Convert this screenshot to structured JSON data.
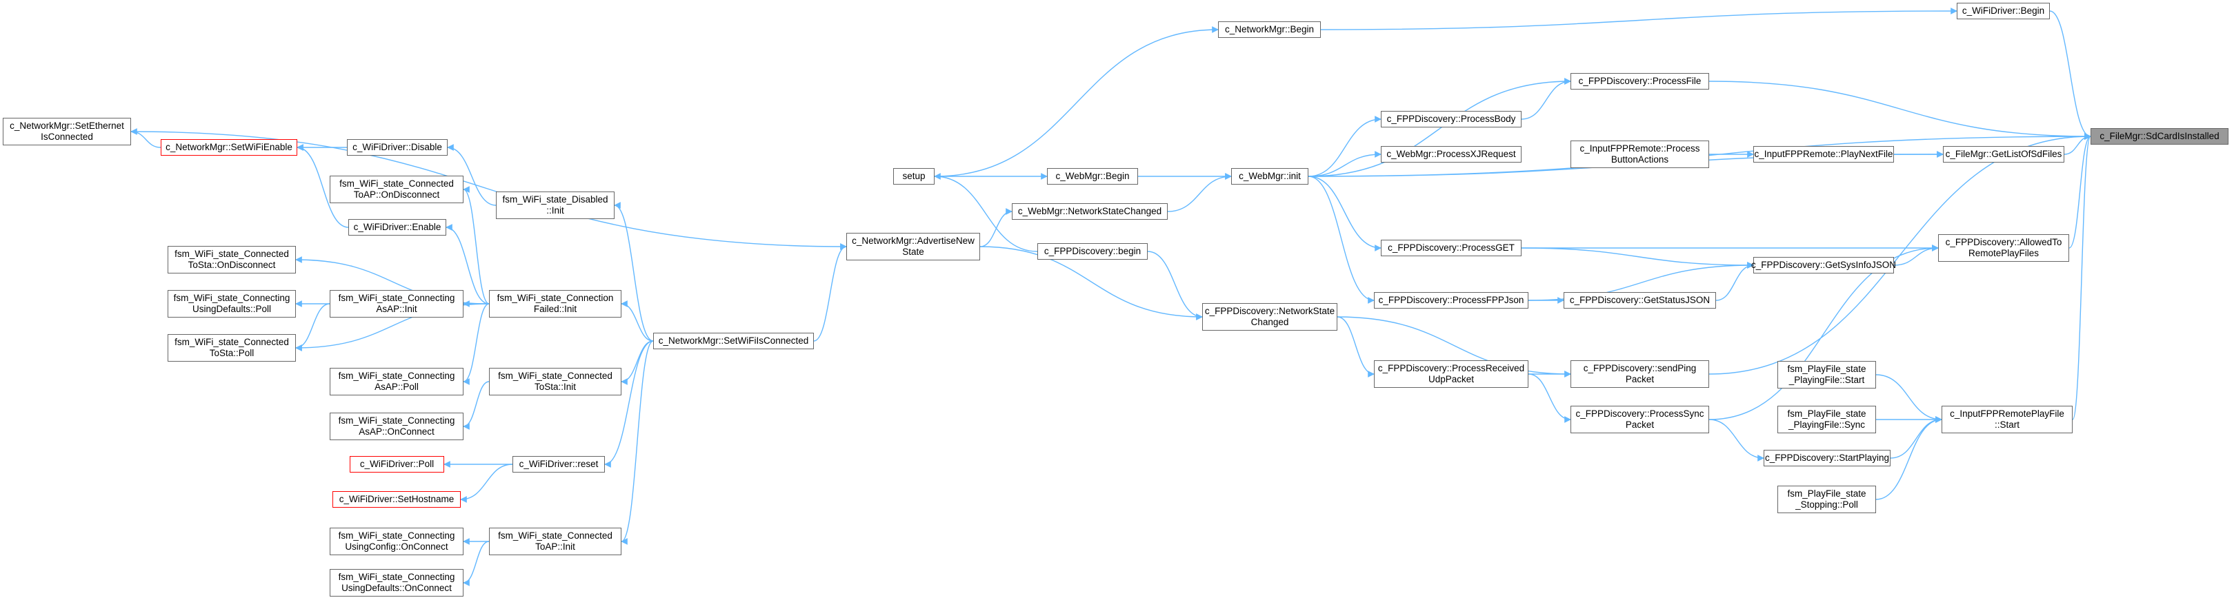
{
  "diagram": {
    "edge_color": "#63b8ff",
    "nodes": {
      "sdcard": {
        "label": "c_FileMgr::SdCardIsInstalled",
        "root": true
      },
      "wifibegin": {
        "label": "c_WiFiDriver::Begin"
      },
      "nmbegin": {
        "label": "c_NetworkMgr::Begin"
      },
      "procfile": {
        "label": "c_FPPDiscovery::ProcessFile"
      },
      "procbody": {
        "label": "c_FPPDiscovery::ProcessBody"
      },
      "procxj": {
        "label": "c_WebMgr::ProcessXJRequest"
      },
      "ifprba": {
        "label": "c_InputFPPRemote::Process\nButtonActions"
      },
      "playnext": {
        "label": "c_InputFPPRemote::PlayNextFile"
      },
      "getlist": {
        "label": "c_FileMgr::GetListOfSdFiles"
      },
      "webinit": {
        "label": "c_WebMgr::init"
      },
      "setup": {
        "label": "setup"
      },
      "webbegin": {
        "label": "c_WebMgr::Begin"
      },
      "webnsc": {
        "label": "c_WebMgr::NetworkStateChanged"
      },
      "fppbegin": {
        "label": "c_FPPDiscovery::begin"
      },
      "advnew": {
        "label": "c_NetworkMgr::AdvertiseNew\nState"
      },
      "procget": {
        "label": "c_FPPDiscovery::ProcessGET"
      },
      "allowed": {
        "label": "c_FPPDiscovery::AllowedTo\nRemotePlayFiles"
      },
      "sysinfo": {
        "label": "c_FPPDiscovery::GetSysInfoJSON"
      },
      "procfppjson": {
        "label": "c_FPPDiscovery::ProcessFPPJson"
      },
      "statusjson": {
        "label": "c_FPPDiscovery::GetStatusJSON"
      },
      "fppnsc": {
        "label": "c_FPPDiscovery::NetworkState\nChanged"
      },
      "sendping": {
        "label": "c_FPPDiscovery::sendPing\nPacket"
      },
      "procudp": {
        "label": "c_FPPDiscovery::ProcessReceived\nUdpPacket"
      },
      "procsync": {
        "label": "c_FPPDiscovery::ProcessSync\nPacket"
      },
      "startplaying": {
        "label": "c_FPPDiscovery::StartPlaying"
      },
      "pfstart": {
        "label": "fsm_PlayFile_state\n_PlayingFile::Start"
      },
      "pfsync": {
        "label": "fsm_PlayFile_state\n_PlayingFile::Sync"
      },
      "pfstop": {
        "label": "fsm_PlayFile_state\n_Stopping::Poll"
      },
      "irpfstart": {
        "label": "c_InputFPPRemotePlayFile\n::Start"
      },
      "seteth": {
        "label": "c_NetworkMgr::SetEthernet\nIsConnected"
      },
      "setwifien": {
        "label": "c_NetworkMgr::SetWiFiEnable",
        "red": true
      },
      "wdisable": {
        "label": "c_WiFiDriver::Disable"
      },
      "wenable": {
        "label": "c_WiFiDriver::Enable"
      },
      "conntoapdisc": {
        "label": "fsm_WiFi_state_Connected\nToAP::OnDisconnect"
      },
      "disinit": {
        "label": "fsm_WiFi_state_Disabled\n::Init"
      },
      "conntostadisc": {
        "label": "fsm_WiFi_state_Connected\nToSta::OnDisconnect"
      },
      "cudpoll": {
        "label": "fsm_WiFi_state_Connecting\nUsingDefaults::Poll"
      },
      "conntostapoll": {
        "label": "fsm_WiFi_state_Connected\nToSta::Poll"
      },
      "capinit": {
        "label": "fsm_WiFi_state_Connecting\nAsAP::Init"
      },
      "cfinit": {
        "label": "fsm_WiFi_state_Connection\nFailed::Init"
      },
      "setwific": {
        "label": "c_NetworkMgr::SetWiFiIsConnected"
      },
      "cappoll": {
        "label": "fsm_WiFi_state_Connecting\nAsAP::Poll"
      },
      "ctostainit": {
        "label": "fsm_WiFi_state_Connected\nToSta::Init"
      },
      "caponconn": {
        "label": "fsm_WiFi_state_Connecting\nAsAP::OnConnect"
      },
      "wpoll": {
        "label": "c_WiFiDriver::Poll",
        "red": true
      },
      "wreset": {
        "label": "c_WiFiDriver::reset"
      },
      "wsethost": {
        "label": "c_WiFiDriver::SetHostname",
        "red": true
      },
      "cucfgonconn": {
        "label": "fsm_WiFi_state_Connecting\nUsingConfig::OnConnect"
      },
      "ctoapinit": {
        "label": "fsm_WiFi_state_Connected\nToAP::Init"
      },
      "cudonconn": {
        "label": "fsm_WiFi_state_Connecting\nUsingDefaults::OnConnect"
      }
    },
    "edges": [
      [
        "wifibegin",
        "sdcard"
      ],
      [
        "procfile",
        "sdcard"
      ],
      [
        "webinit",
        "sdcard"
      ],
      [
        "getlist",
        "sdcard"
      ],
      [
        "allowed",
        "sdcard"
      ],
      [
        "sendping",
        "sdcard"
      ],
      [
        "irpfstart",
        "sdcard"
      ],
      [
        "nmbegin",
        "wifibegin"
      ],
      [
        "setup",
        "nmbegin"
      ],
      [
        "webinit",
        "procfile"
      ],
      [
        "procbody",
        "procfile"
      ],
      [
        "webinit",
        "procbody"
      ],
      [
        "webinit",
        "procxj"
      ],
      [
        "ifprba",
        "playnext"
      ],
      [
        "playnext",
        "getlist"
      ],
      [
        "webinit",
        "getlist"
      ],
      [
        "webbegin",
        "webinit"
      ],
      [
        "webnsc",
        "webinit"
      ],
      [
        "setup",
        "webbegin"
      ],
      [
        "fppbegin",
        "setup"
      ],
      [
        "advnew",
        "webnsc"
      ],
      [
        "advnew",
        "fppnsc"
      ],
      [
        "seteth",
        "advnew"
      ],
      [
        "setwific",
        "advnew"
      ],
      [
        "procget",
        "allowed"
      ],
      [
        "sysinfo",
        "allowed"
      ],
      [
        "procsync",
        "allowed"
      ],
      [
        "webinit",
        "procget"
      ],
      [
        "procget",
        "sysinfo"
      ],
      [
        "statusjson",
        "sysinfo"
      ],
      [
        "procfppjson",
        "sysinfo"
      ],
      [
        "webinit",
        "procfppjson"
      ],
      [
        "procfppjson",
        "statusjson"
      ],
      [
        "fppbegin",
        "fppnsc"
      ],
      [
        "fppnsc",
        "sendping"
      ],
      [
        "fppnsc",
        "procudp"
      ],
      [
        "procudp",
        "sendping"
      ],
      [
        "procudp",
        "procsync"
      ],
      [
        "procsync",
        "startplaying"
      ],
      [
        "startplaying",
        "irpfstart"
      ],
      [
        "pfstart",
        "irpfstart"
      ],
      [
        "pfsync",
        "irpfstart"
      ],
      [
        "pfstop",
        "irpfstart"
      ],
      [
        "setwifien",
        "seteth"
      ],
      [
        "wdisable",
        "setwifien"
      ],
      [
        "wenable",
        "setwifien"
      ],
      [
        "disinit",
        "wdisable"
      ],
      [
        "cfinit",
        "wenable"
      ],
      [
        "cfinit",
        "conntoapdisc"
      ],
      [
        "setwific",
        "disinit"
      ],
      [
        "cfinit",
        "conntostadisc"
      ],
      [
        "cfinit",
        "capinit"
      ],
      [
        "cfinit",
        "cappoll"
      ],
      [
        "capinit",
        "cudpoll"
      ],
      [
        "capinit",
        "conntostapoll"
      ],
      [
        "cfinit",
        "conntostapoll"
      ],
      [
        "setwific",
        "cfinit"
      ],
      [
        "setwific",
        "ctostainit"
      ],
      [
        "ctostainit",
        "caponconn"
      ],
      [
        "setwific",
        "wreset"
      ],
      [
        "setwific",
        "ctoapinit"
      ],
      [
        "wreset",
        "wpoll"
      ],
      [
        "wreset",
        "wsethost"
      ],
      [
        "ctoapinit",
        "cucfgonconn"
      ],
      [
        "ctoapinit",
        "cudonconn"
      ]
    ]
  }
}
